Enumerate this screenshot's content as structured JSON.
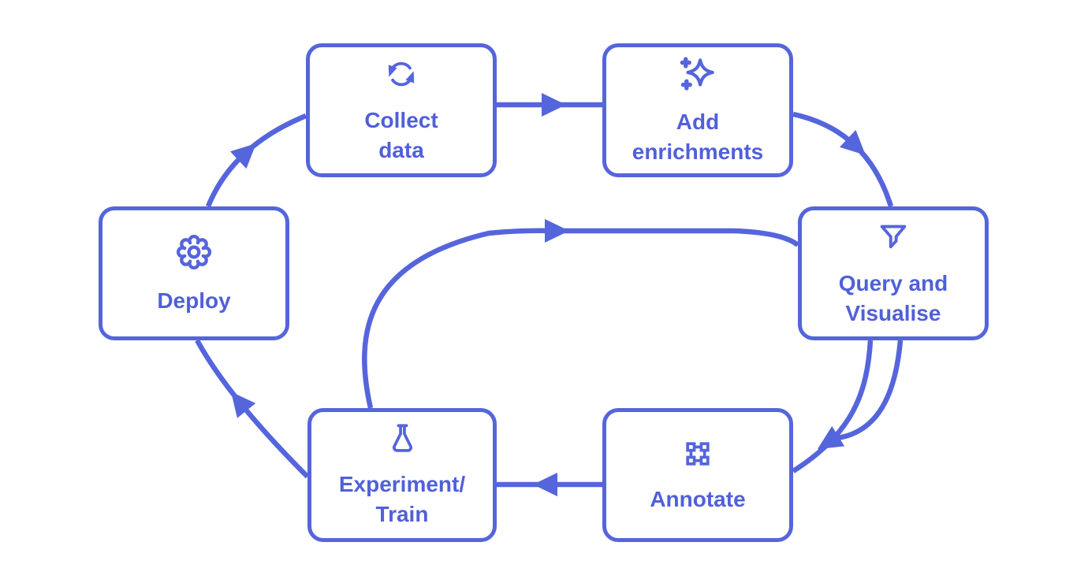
{
  "diagram_title": "",
  "colors": {
    "accent": "#5565DC",
    "label_text": "#5060D9",
    "box_fill": "#FFFFFF",
    "background": "#FFFFFF"
  },
  "nodes": [
    {
      "id": "collect-data",
      "icon": "sync-icon",
      "label": "Collect data",
      "lines": [
        "Collect",
        "data"
      ]
    },
    {
      "id": "add-enrichments",
      "icon": "sparkles-icon",
      "label": "Add enrichments",
      "lines": [
        "Add",
        "enrichments"
      ]
    },
    {
      "id": "query-visualise",
      "icon": "filter-funnel-icon",
      "label": "Query and Visualise",
      "lines": [
        "Query and",
        "Visualise"
      ]
    },
    {
      "id": "annotate",
      "icon": "bounding-box-icon",
      "label": "Annotate",
      "lines": [
        "Annotate"
      ]
    },
    {
      "id": "experiment-train",
      "icon": "flask-icon",
      "label": "Experiment/Train",
      "lines": [
        "Experiment/",
        "Train"
      ]
    },
    {
      "id": "deploy",
      "icon": "gear-icon",
      "label": "Deploy",
      "lines": [
        "Deploy"
      ]
    }
  ],
  "edges": [
    {
      "from": "Collect data",
      "to": "Add enrichments",
      "loop": "outer"
    },
    {
      "from": "Add enrichments",
      "to": "Query and Visualise",
      "loop": "outer"
    },
    {
      "from": "Query and Visualise",
      "to": "Annotate",
      "loop": "outer"
    },
    {
      "from": "Annotate",
      "to": "Experiment/Train",
      "loop": "outer"
    },
    {
      "from": "Experiment/Train",
      "to": "Deploy",
      "loop": "outer"
    },
    {
      "from": "Deploy",
      "to": "Collect data",
      "loop": "outer"
    },
    {
      "from": "Experiment/Train",
      "to": "Query and Visualise",
      "loop": "inner"
    },
    {
      "from": "Query and Visualise",
      "to": "Annotate",
      "loop": "inner"
    }
  ]
}
